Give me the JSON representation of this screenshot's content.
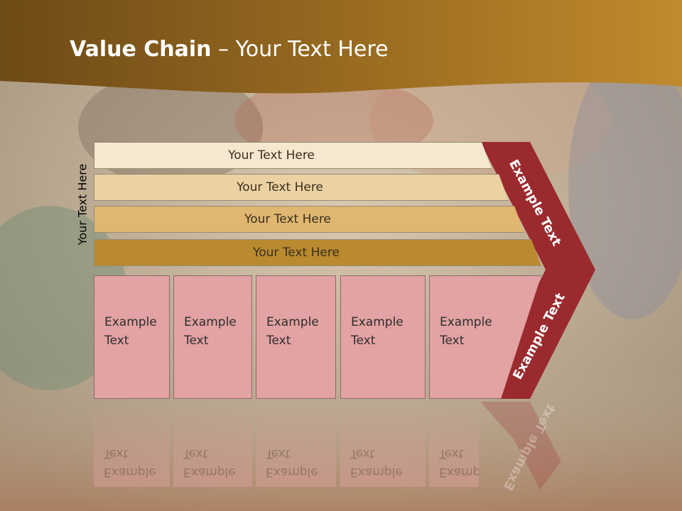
{
  "title": {
    "bold": "Value Chain",
    "rest": " – Your Text Here"
  },
  "side_label": "Your Text Here",
  "bars": [
    {
      "label": "Your Text Here",
      "color": "#f5e8d0"
    },
    {
      "label": "Your Text Here",
      "color": "#ecd2a3"
    },
    {
      "label": "Your Text Here",
      "color": "#dfb771"
    },
    {
      "label": "Your Text Here",
      "color": "#b98a2f"
    }
  ],
  "boxes": [
    {
      "line1": "Example",
      "line2": "Text"
    },
    {
      "line1": "Example",
      "line2": "Text"
    },
    {
      "line1": "Example",
      "line2": "Text"
    },
    {
      "line1": "Example",
      "line2": "Text"
    },
    {
      "line1": "Example",
      "line2": "Text"
    }
  ],
  "chevron": {
    "top_label": "Example Text",
    "bottom_label": "Example Text",
    "color": "#9a2a2e"
  },
  "colors": {
    "header_start": "#6e4a16",
    "header_end": "#c08a2c",
    "box_fill": "#e3a2a3"
  }
}
